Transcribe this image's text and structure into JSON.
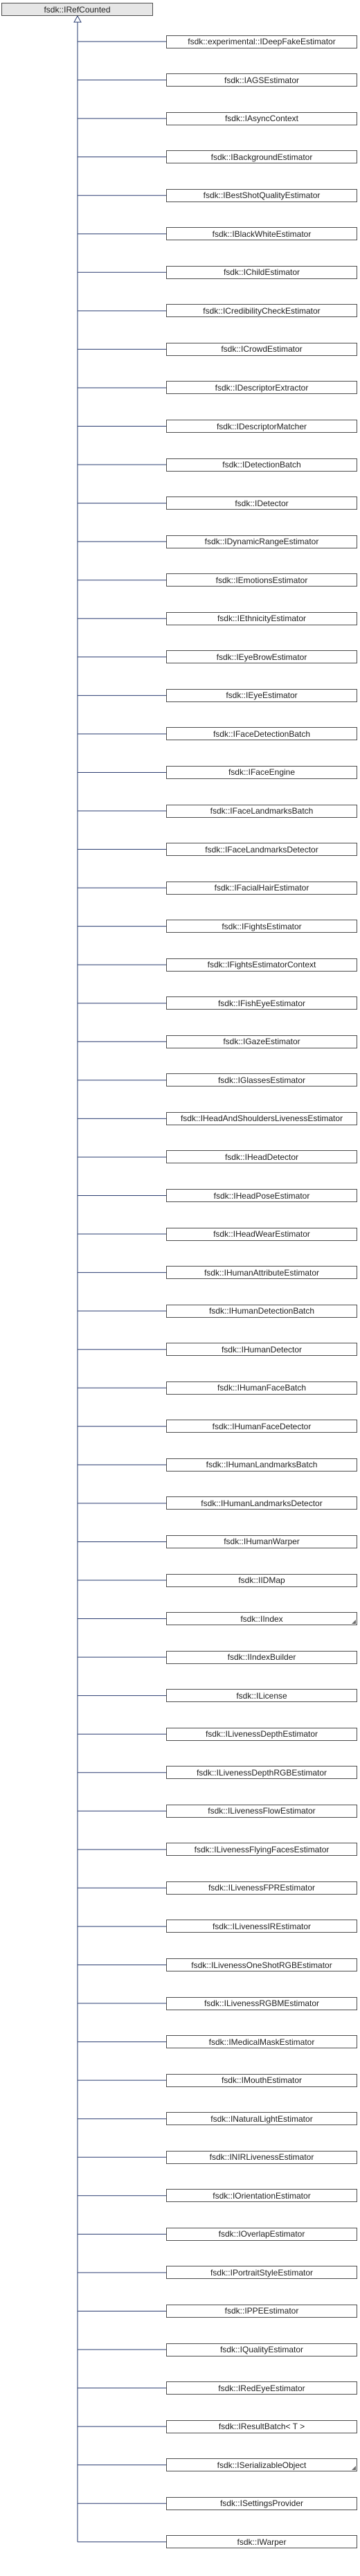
{
  "diagram": {
    "type": "class-inheritance",
    "colors": {
      "box_border": "#4d4d4d",
      "root_fill": "#e6e6e6",
      "box_fill": "#ffffff",
      "line": "#2a3c70"
    },
    "root": "fsdk::IRefCounted",
    "children": [
      {
        "label": "fsdk::experimental::IDeepFakeEstimator"
      },
      {
        "label": "fsdk::IAGSEstimator"
      },
      {
        "label": "fsdk::IAsyncContext"
      },
      {
        "label": "fsdk::IBackgroundEstimator"
      },
      {
        "label": "fsdk::IBestShotQualityEstimator"
      },
      {
        "label": "fsdk::IBlackWhiteEstimator"
      },
      {
        "label": "fsdk::IChildEstimator"
      },
      {
        "label": "fsdk::ICredibilityCheckEstimator"
      },
      {
        "label": "fsdk::ICrowdEstimator"
      },
      {
        "label": "fsdk::IDescriptorExtractor"
      },
      {
        "label": "fsdk::IDescriptorMatcher"
      },
      {
        "label": "fsdk::IDetectionBatch"
      },
      {
        "label": "fsdk::IDetector"
      },
      {
        "label": "fsdk::IDynamicRangeEstimator"
      },
      {
        "label": "fsdk::IEmotionsEstimator"
      },
      {
        "label": "fsdk::IEthnicityEstimator"
      },
      {
        "label": "fsdk::IEyeBrowEstimator"
      },
      {
        "label": "fsdk::IEyeEstimator"
      },
      {
        "label": "fsdk::IFaceDetectionBatch"
      },
      {
        "label": "fsdk::IFaceEngine"
      },
      {
        "label": "fsdk::IFaceLandmarksBatch"
      },
      {
        "label": "fsdk::IFaceLandmarksDetector"
      },
      {
        "label": "fsdk::IFacialHairEstimator"
      },
      {
        "label": "fsdk::IFightsEstimator"
      },
      {
        "label": "fsdk::IFightsEstimatorContext"
      },
      {
        "label": "fsdk::IFishEyeEstimator"
      },
      {
        "label": "fsdk::IGazeEstimator"
      },
      {
        "label": "fsdk::IGlassesEstimator"
      },
      {
        "label": "fsdk::IHeadAndShouldersLivenessEstimator"
      },
      {
        "label": "fsdk::IHeadDetector"
      },
      {
        "label": "fsdk::IHeadPoseEstimator"
      },
      {
        "label": "fsdk::IHeadWearEstimator"
      },
      {
        "label": "fsdk::IHumanAttributeEstimator"
      },
      {
        "label": "fsdk::IHumanDetectionBatch"
      },
      {
        "label": "fsdk::IHumanDetector"
      },
      {
        "label": "fsdk::IHumanFaceBatch"
      },
      {
        "label": "fsdk::IHumanFaceDetector"
      },
      {
        "label": "fsdk::IHumanLandmarksBatch"
      },
      {
        "label": "fsdk::IHumanLandmarksDetector"
      },
      {
        "label": "fsdk::IHumanWarper"
      },
      {
        "label": "fsdk::IIDMap"
      },
      {
        "label": "fsdk::IIndex",
        "has_more": true
      },
      {
        "label": "fsdk::IIndexBuilder"
      },
      {
        "label": "fsdk::ILicense"
      },
      {
        "label": "fsdk::ILivenessDepthEstimator"
      },
      {
        "label": "fsdk::ILivenessDepthRGBEstimator"
      },
      {
        "label": "fsdk::ILivenessFlowEstimator"
      },
      {
        "label": "fsdk::ILivenessFlyingFacesEstimator"
      },
      {
        "label": "fsdk::ILivenessFPREstimator"
      },
      {
        "label": "fsdk::ILivenessIREstimator"
      },
      {
        "label": "fsdk::ILivenessOneShotRGBEstimator"
      },
      {
        "label": "fsdk::ILivenessRGBMEstimator"
      },
      {
        "label": "fsdk::IMedicalMaskEstimator"
      },
      {
        "label": "fsdk::IMouthEstimator"
      },
      {
        "label": "fsdk::INaturalLightEstimator"
      },
      {
        "label": "fsdk::INIRLivenessEstimator"
      },
      {
        "label": "fsdk::IOrientationEstimator"
      },
      {
        "label": "fsdk::IOverlapEstimator"
      },
      {
        "label": "fsdk::IPortraitStyleEstimator"
      },
      {
        "label": "fsdk::IPPEEstimator"
      },
      {
        "label": "fsdk::IQualityEstimator"
      },
      {
        "label": "fsdk::IRedEyeEstimator"
      },
      {
        "label": "fsdk::IResultBatch< T >"
      },
      {
        "label": "fsdk::ISerializableObject",
        "has_more": true
      },
      {
        "label": "fsdk::ISettingsProvider"
      },
      {
        "label": "fsdk::IWarper"
      }
    ]
  }
}
